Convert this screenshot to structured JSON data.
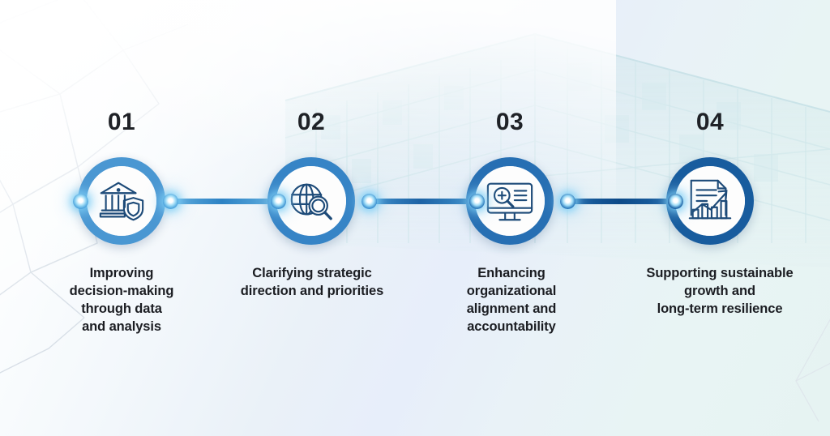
{
  "graphic": {
    "type": "process-timeline",
    "title_visible": false,
    "background": {
      "gradient_from": "#ffffff",
      "gradient_to": "#e6f3f2",
      "decorations": [
        "polygon-network-lines",
        "building-facade-watermark"
      ]
    },
    "connector_colors": [
      "#4f9ed6",
      "#2f7ebd",
      "#17518f"
    ],
    "dot_color": "#52a9e0"
  },
  "steps": [
    {
      "number": "01",
      "icon": "bank-shield-icon",
      "ring_color": "#4a97d2",
      "caption": "Improving\ndecision-making\nthrough data\nand analysis",
      "caption_lines": [
        "Improving",
        "decision-making",
        "through data",
        "and analysis"
      ]
    },
    {
      "number": "02",
      "icon": "globe-magnifier-icon",
      "ring_color": "#3684c6",
      "caption": "Clarifying strategic\ndirection and priorities",
      "caption_lines": [
        "Clarifying strategic",
        "direction and priorities"
      ]
    },
    {
      "number": "03",
      "icon": "monitor-analytics-icon",
      "ring_color": "#27６fb3",
      "caption": "Enhancing\norganizational\nalignment and\naccountability",
      "caption_lines": [
        "Enhancing",
        "organizational",
        "alignment and",
        "accountability"
      ]
    },
    {
      "number": "04",
      "icon": "report-growth-chart-icon",
      "ring_color": "#185c9e",
      "caption": "Supporting sustainable\ngrowth and\nlong-term resilience",
      "caption_lines": [
        "Supporting sustainable",
        "growth and",
        "long-term resilience"
      ]
    }
  ]
}
